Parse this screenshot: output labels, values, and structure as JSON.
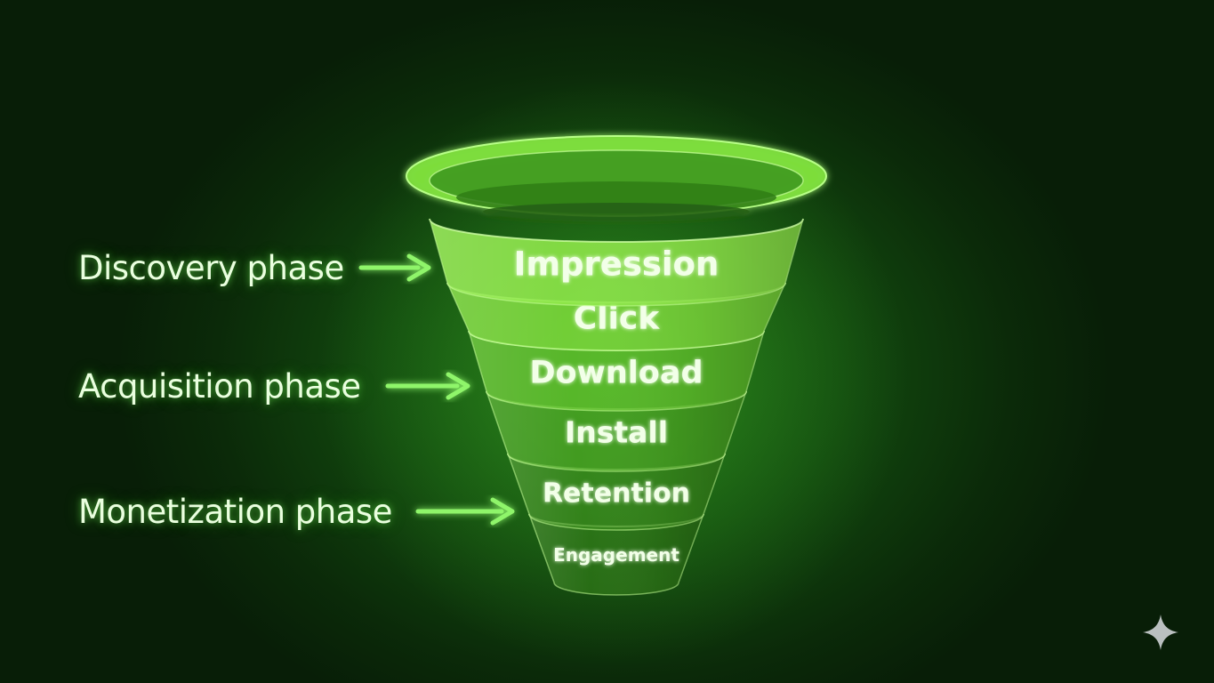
{
  "funnel": {
    "stages": [
      {
        "label": "Impression"
      },
      {
        "label": "Click"
      },
      {
        "label": "Download"
      },
      {
        "label": "Install"
      },
      {
        "label": "Retention"
      },
      {
        "label": "Engagement"
      }
    ]
  },
  "phases": [
    {
      "label": "Discovery phase"
    },
    {
      "label": "Acquisition phase"
    },
    {
      "label": "Monetization phase"
    }
  ],
  "colors": {
    "accent": "#7be03a",
    "arrow": "#8ff56a",
    "text": "#eaffdf",
    "background": "#0b2a09"
  },
  "icons": {
    "corner": "sparkle-icon",
    "pointer": "arrow-right-icon"
  }
}
